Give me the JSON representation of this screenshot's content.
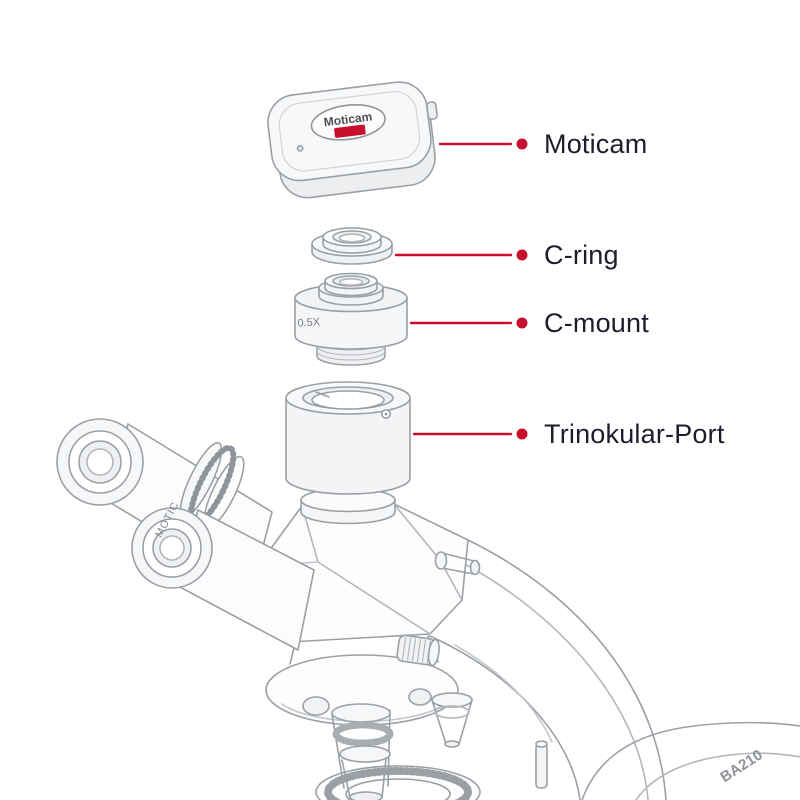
{
  "colors": {
    "accent_red": "#c8102e",
    "line_gray": "#9aa0a6",
    "label_text": "#1d1d2b"
  },
  "callouts": [
    {
      "label": "Moticam"
    },
    {
      "label": "C-ring"
    },
    {
      "label": "C-mount"
    },
    {
      "label": "Trinokular-Port"
    }
  ],
  "illustration": {
    "camera_logo": "Moticam",
    "cmount_label": "0.5X",
    "tube_brand": "MOTIC",
    "model": "BA210"
  }
}
